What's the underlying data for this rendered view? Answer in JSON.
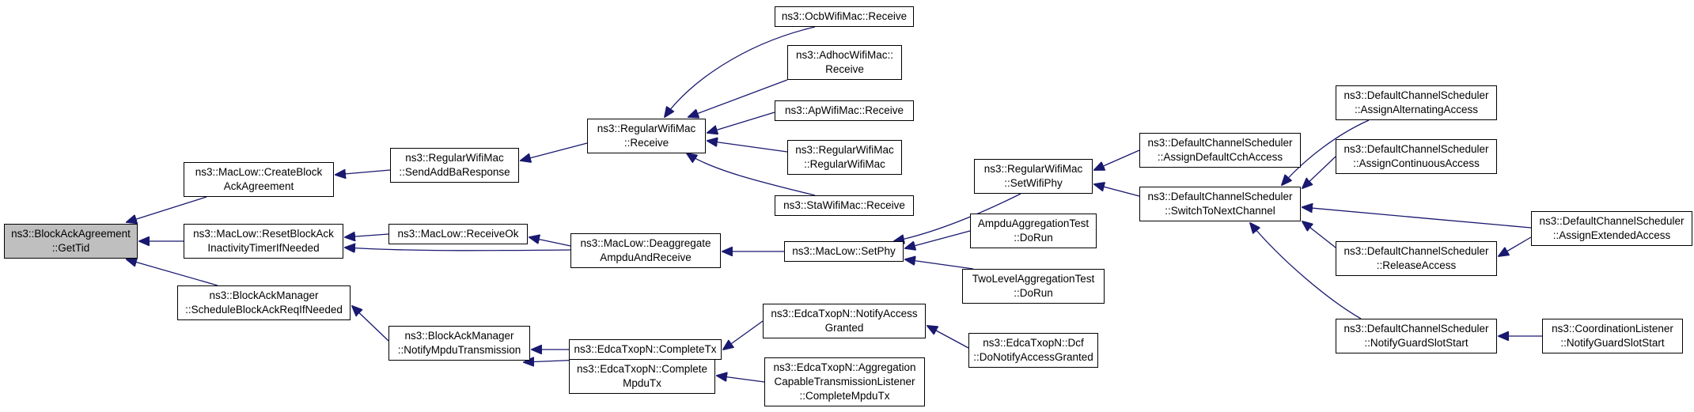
{
  "colors": {
    "edge": "#191970",
    "node_border": "#000000",
    "root_fill": "#bfbfbf",
    "node_fill": "#ffffff"
  },
  "nodes": {
    "get_tid": {
      "lines": [
        "ns3::BlockAckAgreement",
        "::GetTid"
      ]
    },
    "create_block_ack": {
      "lines": [
        "ns3::MacLow::CreateBlock",
        "AckAgreement"
      ]
    },
    "reset_block_ack": {
      "lines": [
        "ns3::MacLow::ResetBlockAck",
        "InactivityTimerIfNeeded"
      ]
    },
    "schedule_block_ack": {
      "lines": [
        "ns3::BlockAckManager",
        "::ScheduleBlockAckReqIfNeeded"
      ]
    },
    "send_add_ba": {
      "lines": [
        "ns3::RegularWifiMac",
        "::SendAddBaResponse"
      ]
    },
    "receive_ok": {
      "lines": [
        "ns3::MacLow::ReceiveOk"
      ]
    },
    "notify_mpdu": {
      "lines": [
        "ns3::BlockAckManager",
        "::NotifyMpduTransmission"
      ]
    },
    "regular_receive": {
      "lines": [
        "ns3::RegularWifiMac",
        "::Receive"
      ]
    },
    "deaggregate": {
      "lines": [
        "ns3::MacLow::Deaggregate",
        "AmpduAndReceive"
      ]
    },
    "complete_tx": {
      "lines": [
        "ns3::EdcaTxopN::CompleteTx"
      ]
    },
    "complete_mpdu": {
      "lines": [
        "ns3::EdcaTxopN::Complete",
        "MpduTx"
      ]
    },
    "ocb_receive": {
      "lines": [
        "ns3::OcbWifiMac::Receive"
      ]
    },
    "adhoc_receive": {
      "lines": [
        "ns3::AdhocWifiMac::",
        "Receive"
      ]
    },
    "ap_receive": {
      "lines": [
        "ns3::ApWifiMac::Receive"
      ]
    },
    "regular_ctor": {
      "lines": [
        "ns3::RegularWifiMac",
        "::RegularWifiMac"
      ]
    },
    "sta_receive": {
      "lines": [
        "ns3::StaWifiMac::Receive"
      ]
    },
    "set_phy": {
      "lines": [
        "ns3::MacLow::SetPhy"
      ]
    },
    "notify_access": {
      "lines": [
        "ns3::EdcaTxopN::NotifyAccess",
        "Granted"
      ]
    },
    "aggregation_listener": {
      "lines": [
        "ns3::EdcaTxopN::Aggregation",
        "CapableTransmissionListener",
        "::CompleteMpduTx"
      ]
    },
    "set_wifi_phy": {
      "lines": [
        "ns3::RegularWifiMac",
        "::SetWifiPhy"
      ]
    },
    "ampdu_test": {
      "lines": [
        "AmpduAggregationTest",
        "::DoRun"
      ]
    },
    "two_level_test": {
      "lines": [
        "TwoLevelAggregationTest",
        "::DoRun"
      ]
    },
    "dcf_notify": {
      "lines": [
        "ns3::EdcaTxopN::Dcf",
        "::DoNotifyAccessGranted"
      ]
    },
    "assign_default_cch": {
      "lines": [
        "ns3::DefaultChannelScheduler",
        "::AssignDefaultCchAccess"
      ]
    },
    "switch_channel": {
      "lines": [
        "ns3::DefaultChannelScheduler",
        "::SwitchToNextChannel"
      ]
    },
    "assign_alternating": {
      "lines": [
        "ns3::DefaultChannelScheduler",
        "::AssignAlternatingAccess"
      ]
    },
    "assign_continuous": {
      "lines": [
        "ns3::DefaultChannelScheduler",
        "::AssignContinuousAccess"
      ]
    },
    "release_access": {
      "lines": [
        "ns3::DefaultChannelScheduler",
        "::ReleaseAccess"
      ]
    },
    "notify_guard": {
      "lines": [
        "ns3::DefaultChannelScheduler",
        "::NotifyGuardSlotStart"
      ]
    },
    "assign_extended": {
      "lines": [
        "ns3::DefaultChannelScheduler",
        "::AssignExtendedAccess"
      ]
    },
    "coordination_guard": {
      "lines": [
        "ns3::CoordinationListener",
        "::NotifyGuardSlotStart"
      ]
    }
  }
}
